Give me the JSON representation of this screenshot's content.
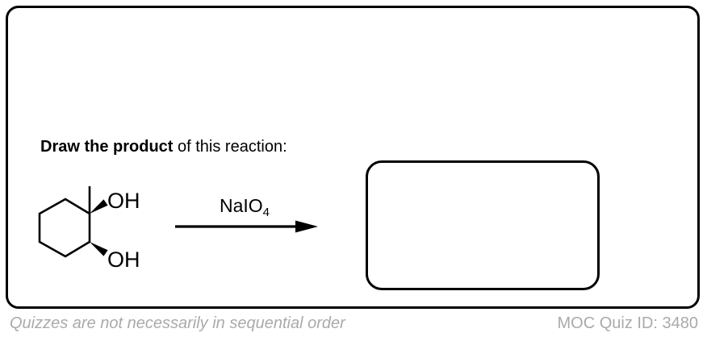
{
  "card": {
    "prompt": {
      "bold": "Draw the product",
      "rest": " of this reaction:"
    },
    "reaction": {
      "reactant_labels": {
        "oh_top": "OH",
        "oh_bottom": "OH"
      },
      "reagent": {
        "main": "NaIO",
        "subscript": "4"
      }
    }
  },
  "footer": {
    "left_note": "Quizzes are not necessarily in sequential order",
    "right_note": "MOC Quiz ID: 3480"
  },
  "colors": {
    "ink": "#000000",
    "muted_text": "#aaaaaa"
  }
}
